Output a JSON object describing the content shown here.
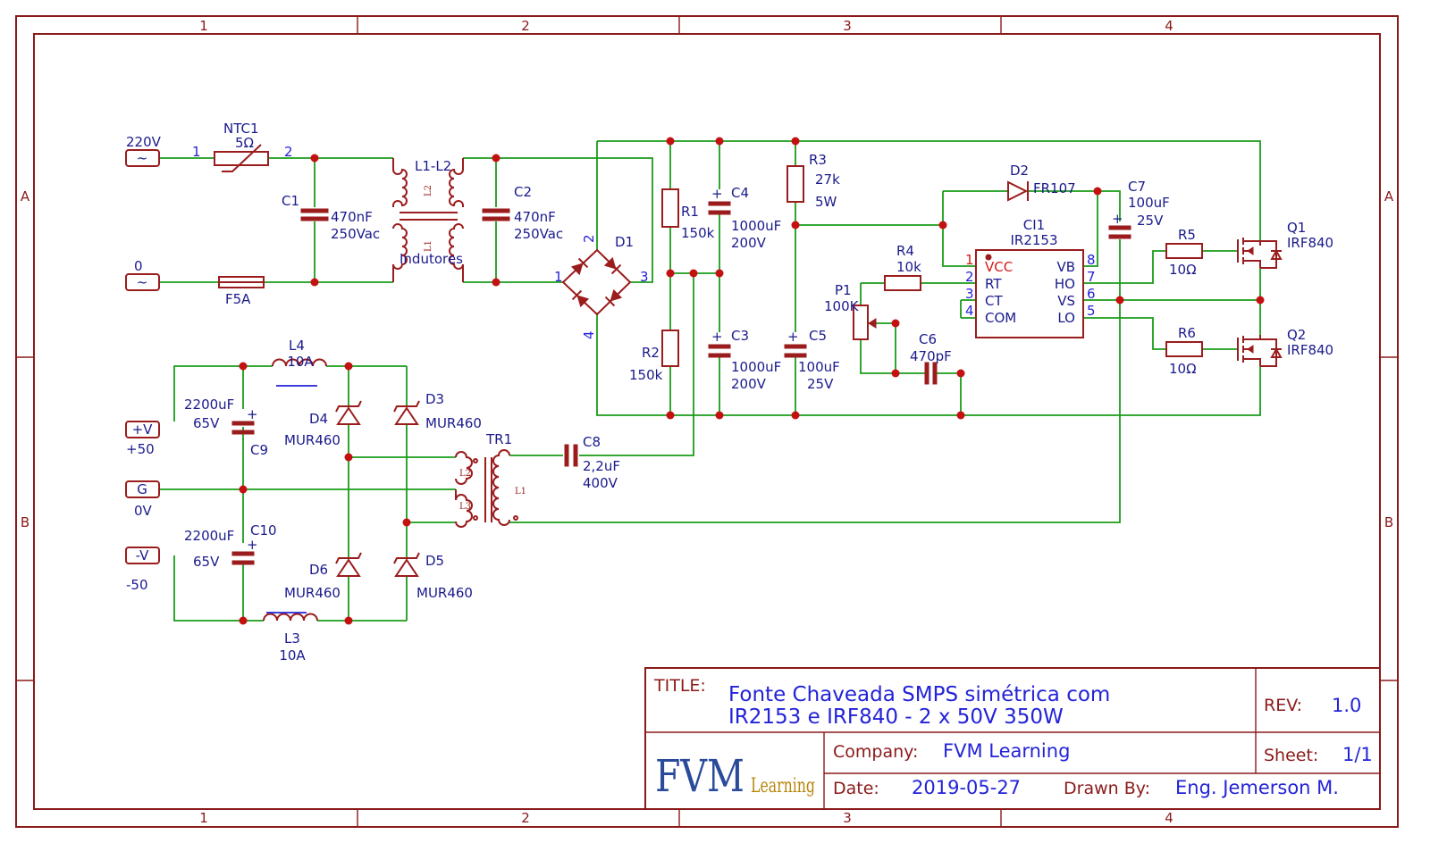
{
  "frame": {
    "columns": [
      "1",
      "2",
      "3",
      "4"
    ],
    "rows": [
      "A",
      "B"
    ]
  },
  "colors": {
    "frame": "#8b1a1a",
    "wire": "#1a9c1a",
    "component": "#9b1c1c",
    "junction": "#c41010",
    "text": "#1a1a8c",
    "pin_number": "#2323d8"
  },
  "ports": {
    "ac_line": {
      "symbol": "~",
      "label": "220V",
      "pin": "1"
    },
    "ac_neutral": {
      "symbol": "~",
      "label": "0"
    },
    "pos_out": {
      "symbol": "+V",
      "label": "+50"
    },
    "gnd_out": {
      "symbol": "G",
      "label": "0V"
    },
    "neg_out": {
      "symbol": "-V",
      "label": "-50"
    }
  },
  "components": {
    "ntc1": {
      "name": "NTC1",
      "value": "5Ω",
      "pin2": "2"
    },
    "f5a": {
      "name": "F5A"
    },
    "c1": {
      "name": "C1",
      "value": "470nF",
      "rating": "250Vac"
    },
    "l1l2": {
      "name": "L1-L2",
      "value": "Indutores",
      "coil_a": "L2",
      "coil_b": "L1"
    },
    "c2": {
      "name": "C2",
      "value": "470nF",
      "rating": "250Vac"
    },
    "d1": {
      "name": "D1",
      "pin1": "1",
      "pin2": "2",
      "pin3": "3",
      "pin4": "4"
    },
    "r1": {
      "name": "R1",
      "value": "150k"
    },
    "r2": {
      "name": "R2",
      "value": "150k"
    },
    "c4": {
      "name": "C4",
      "value": "1000uF",
      "rating": "200V"
    },
    "c3": {
      "name": "C3",
      "value": "1000uF",
      "rating": "200V"
    },
    "r3": {
      "name": "R3",
      "value": "27k",
      "rating": "5W"
    },
    "c5": {
      "name": "C5",
      "value": "100uF",
      "rating": "25V"
    },
    "d2": {
      "name": "D2",
      "value": "FR107"
    },
    "c7": {
      "name": "C7",
      "value": "100uF",
      "rating": "25V"
    },
    "ci1": {
      "name": "CI1",
      "value": "IR2153",
      "pins_left": [
        {
          "num": "1",
          "label": "VCC"
        },
        {
          "num": "2",
          "label": "RT"
        },
        {
          "num": "3",
          "label": "CT"
        },
        {
          "num": "4",
          "label": "COM"
        }
      ],
      "pins_right": [
        {
          "num": "8",
          "label": "VB"
        },
        {
          "num": "7",
          "label": "HO"
        },
        {
          "num": "6",
          "label": "VS"
        },
        {
          "num": "5",
          "label": "LO"
        }
      ]
    },
    "r4": {
      "name": "R4",
      "value": "10k"
    },
    "p1": {
      "name": "P1",
      "value": "100K"
    },
    "c6": {
      "name": "C6",
      "value": "470pF"
    },
    "r5": {
      "name": "R5",
      "value": "10Ω"
    },
    "r6": {
      "name": "R6",
      "value": "10Ω"
    },
    "q1": {
      "name": "Q1",
      "value": "IRF840"
    },
    "q2": {
      "name": "Q2",
      "value": "IRF840"
    },
    "l4": {
      "name": "L4",
      "value": "10A"
    },
    "l3": {
      "name": "L3",
      "value": "10A"
    },
    "c9": {
      "name": "C9",
      "value": "2200uF",
      "rating": "65V"
    },
    "c10": {
      "name": "C10",
      "value": "2200uF",
      "rating": "65V"
    },
    "d3": {
      "name": "D3",
      "value": "MUR460"
    },
    "d4": {
      "name": "D4",
      "value": "MUR460"
    },
    "d5": {
      "name": "D5",
      "value": "MUR460"
    },
    "d6": {
      "name": "D6",
      "value": "MUR460"
    },
    "tr1": {
      "name": "TR1",
      "coil_a": "L2",
      "coil_b": "L3",
      "coil_c": "L1"
    },
    "c8": {
      "name": "C8",
      "value": "2,2uF",
      "rating": "400V"
    }
  },
  "title_block": {
    "title_label": "TITLE:",
    "title_line1": "Fonte Chaveada SMPS simétrica com",
    "title_line2": "IR2153  e IRF840 - 2 x 50V 350W",
    "rev_label": "REV:",
    "rev_value": "1.0",
    "company_label": "Company:",
    "company_value": "FVM Learning",
    "sheet_label": "Sheet:",
    "sheet_value": "1/1",
    "date_label": "Date:",
    "date_value": "2019-05-27",
    "drawn_label": "Drawn By:",
    "drawn_value": "Eng. Jemerson M.",
    "logo_main": "FVM",
    "logo_sub": "Learning"
  }
}
